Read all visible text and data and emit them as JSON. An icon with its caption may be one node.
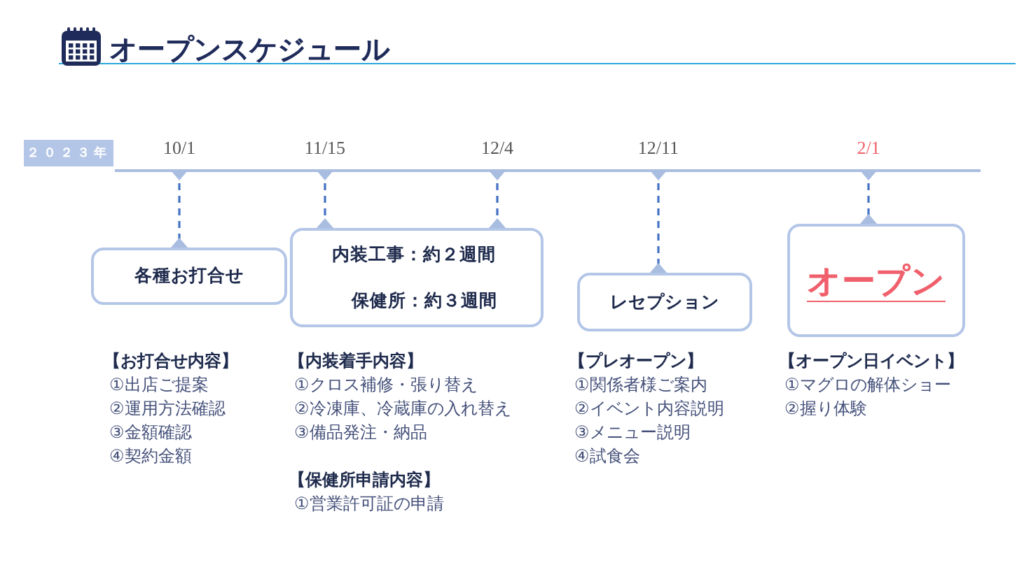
{
  "diagram": {
    "title": "オープンスケジュール",
    "nodes": [
      {
        "text": [
          "２０２３年"
        ]
      },
      {
        "text": [
          "10/1"
        ]
      },
      {
        "text": [
          "11/15"
        ]
      },
      {
        "text": [
          "12/4"
        ]
      },
      {
        "text": [
          "12/11"
        ]
      },
      {
        "text": [
          "2/1"
        ]
      },
      {
        "text": [
          "各種お打合せ"
        ]
      },
      {
        "text": [
          "内装工事：約２週間",
          "保健所：約３週間"
        ]
      },
      {
        "text": [
          "レセプション"
        ]
      },
      {
        "text": [
          "オープン"
        ]
      }
    ],
    "edges": [
      {
        "from": 1,
        "to": 6,
        "arrow": "other",
        "style": "dashed"
      },
      {
        "from": 2,
        "to": 7,
        "arrow": "other",
        "style": "dashed"
      },
      {
        "from": 3,
        "to": 7,
        "arrow": "other",
        "style": "dashed"
      },
      {
        "from": 4,
        "to": 8,
        "arrow": "other",
        "style": "dashed"
      },
      {
        "from": 5,
        "to": 9,
        "arrow": "other",
        "style": "dashed"
      }
    ],
    "labels": [
      "【お打合せ内容】",
      "①出店ご提案",
      "②運用方法確認",
      "③金額確認",
      "④契約金額",
      "【内装着手内容】",
      "①クロス補修・張り替え",
      "②冷凍庫、冷蔵庫の入れ替え",
      "③備品発注・納品",
      "【保健所申請内容】",
      "①営業許可証の申請",
      "【プレオープン】",
      "①関係者様ご案内",
      "②イベント内容説明",
      "③メニュー説明",
      "④試食会",
      "【オープン日イベント】",
      "①マグロの解体ショー",
      "②握り体験"
    ]
  }
}
